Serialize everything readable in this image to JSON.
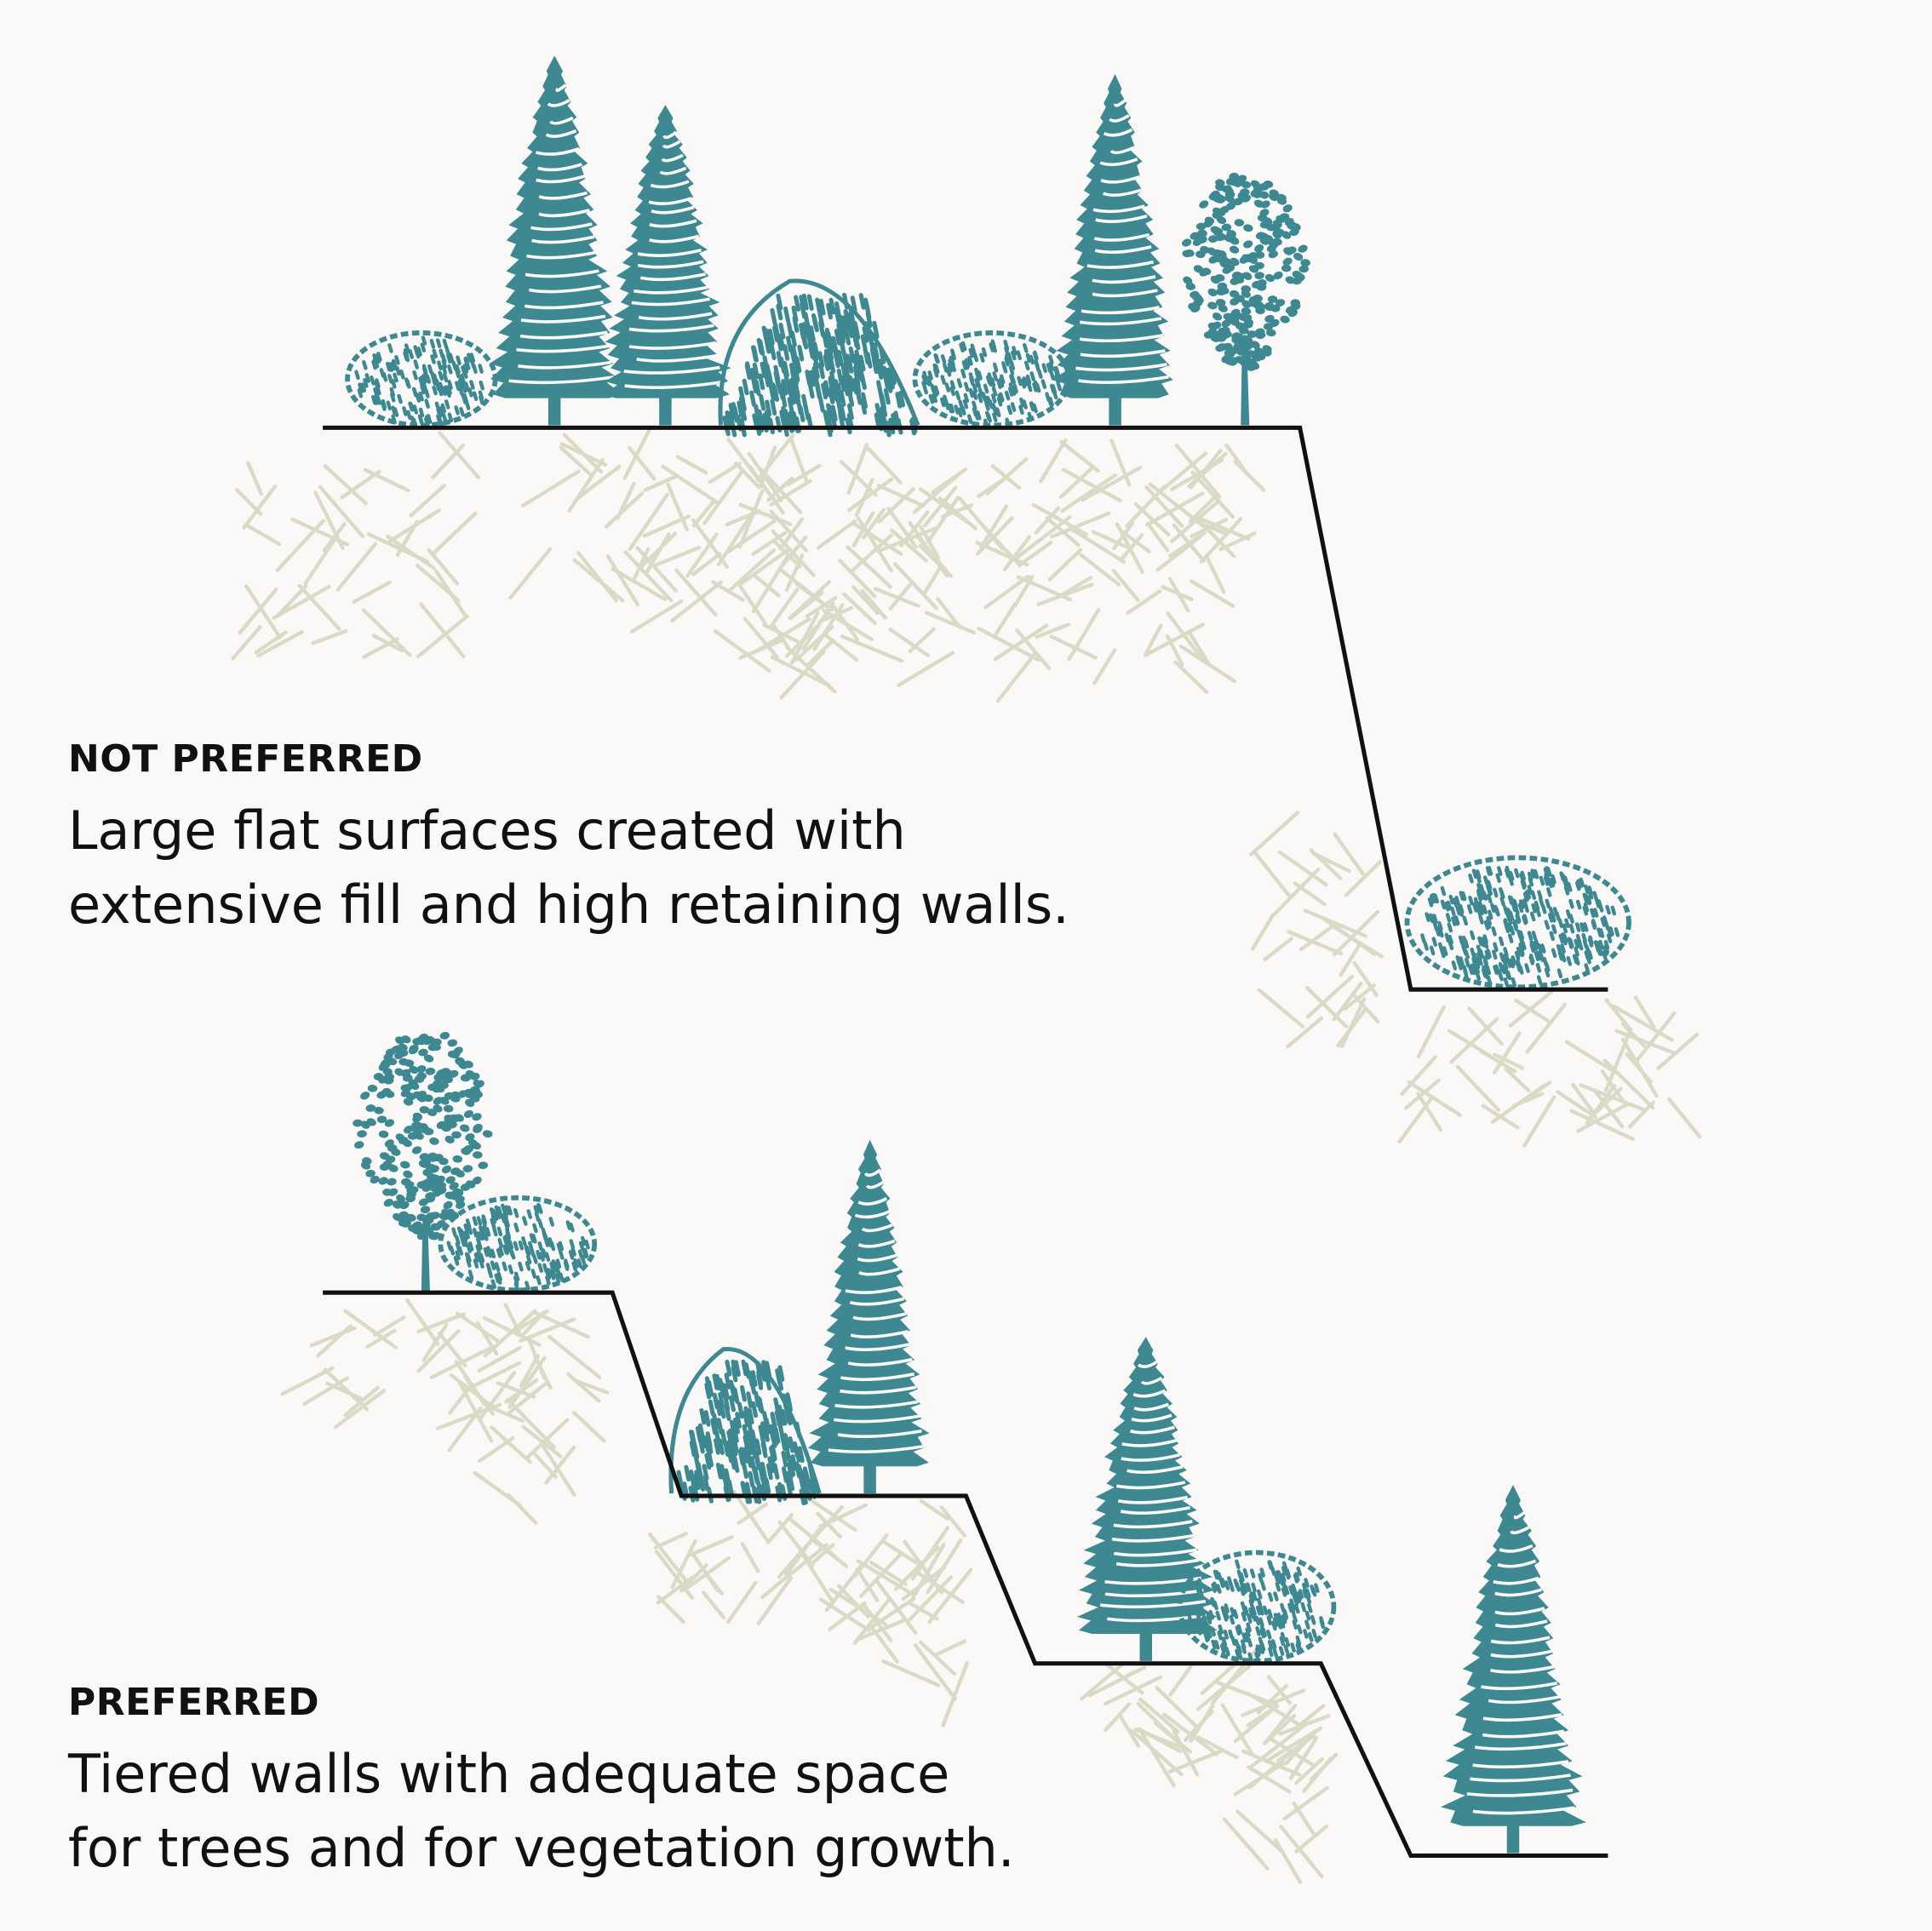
{
  "colors": {
    "background": "#faf9f7",
    "vegetation": "#3d8891",
    "soil_hatch": "#dcd9c6",
    "ground_line": "#111111"
  },
  "not_preferred": {
    "label": "NOT PREFERRED",
    "description": "Large flat surfaces created with\nextensive fill and high retaining walls."
  },
  "preferred": {
    "label": "PREFERRED",
    "description": "Tiered walls with adequate space\nfor trees and for vegetation growth."
  }
}
